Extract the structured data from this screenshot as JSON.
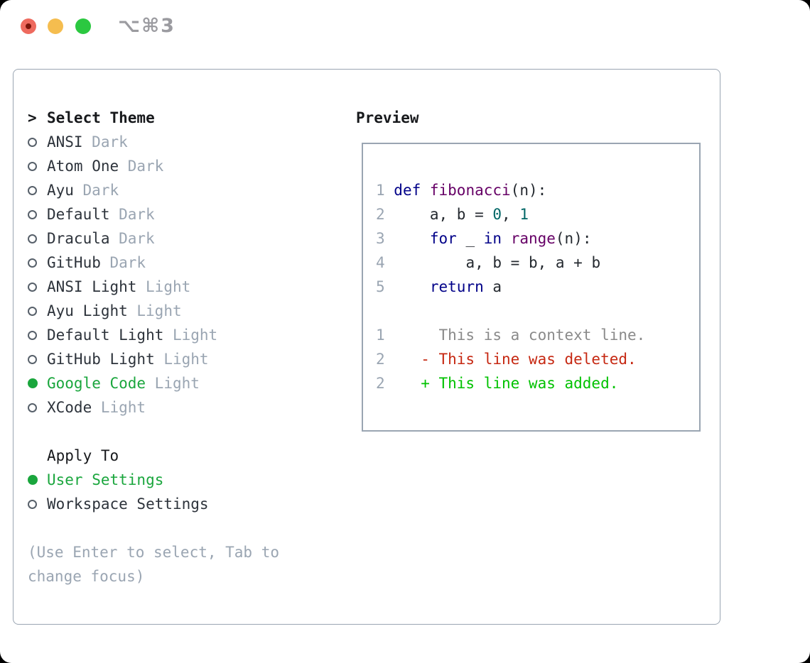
{
  "window": {
    "titlebar": {
      "shortcut_label": "⌥⌘3",
      "traffic_lights": [
        "close",
        "minimize",
        "zoom"
      ]
    }
  },
  "theme_selector": {
    "header_marker": ">",
    "header": "Select Theme",
    "items": [
      {
        "label": "ANSI",
        "tag": "Dark",
        "selected": false
      },
      {
        "label": "Atom One",
        "tag": "Dark",
        "selected": false
      },
      {
        "label": "Ayu",
        "tag": "Dark",
        "selected": false
      },
      {
        "label": "Default",
        "tag": "Dark",
        "selected": false
      },
      {
        "label": "Dracula",
        "tag": "Dark",
        "selected": false
      },
      {
        "label": "GitHub",
        "tag": "Dark",
        "selected": false
      },
      {
        "label": "ANSI Light",
        "tag": "Light",
        "selected": false
      },
      {
        "label": "Ayu Light",
        "tag": "Light",
        "selected": false
      },
      {
        "label": "Default Light",
        "tag": "Light",
        "selected": false
      },
      {
        "label": "GitHub Light",
        "tag": "Light",
        "selected": false
      },
      {
        "label": "Google Code",
        "tag": "Light",
        "selected": true
      },
      {
        "label": "XCode",
        "tag": "Light",
        "selected": false
      }
    ],
    "apply_to": {
      "header": "Apply To",
      "items": [
        {
          "label": "User Settings",
          "selected": true
        },
        {
          "label": "Workspace Settings",
          "selected": false
        }
      ]
    },
    "help_lines": [
      "(Use Enter to select, Tab to",
      "change focus)"
    ]
  },
  "preview": {
    "header": "Preview",
    "code_lines": [
      {
        "num": "1",
        "tokens": [
          {
            "t": "def ",
            "c": "kw"
          },
          {
            "t": "fibonacci",
            "c": "fn"
          },
          {
            "t": "(n):",
            "c": "txt"
          }
        ]
      },
      {
        "num": "2",
        "tokens": [
          {
            "t": "    a, b = ",
            "c": "txt"
          },
          {
            "t": "0",
            "c": "num"
          },
          {
            "t": ", ",
            "c": "txt"
          },
          {
            "t": "1",
            "c": "num"
          }
        ]
      },
      {
        "num": "3",
        "tokens": [
          {
            "t": "    ",
            "c": "txt"
          },
          {
            "t": "for ",
            "c": "kw"
          },
          {
            "t": "_ ",
            "c": "txt"
          },
          {
            "t": "in ",
            "c": "kw"
          },
          {
            "t": "range",
            "c": "fn"
          },
          {
            "t": "(n):",
            "c": "txt"
          }
        ]
      },
      {
        "num": "4",
        "tokens": [
          {
            "t": "        a, b = b, a + b",
            "c": "txt"
          }
        ]
      },
      {
        "num": "5",
        "tokens": [
          {
            "t": "    ",
            "c": "txt"
          },
          {
            "t": "return ",
            "c": "kw"
          },
          {
            "t": "a",
            "c": "txt"
          }
        ]
      }
    ],
    "diff_lines": [
      {
        "num": "1",
        "marker": " ",
        "text": "This is a context line.",
        "type": "context"
      },
      {
        "num": "2",
        "marker": "-",
        "text": "This line was deleted.",
        "type": "deleted"
      },
      {
        "num": "2",
        "marker": "+",
        "text": "This line was added.",
        "type": "added"
      }
    ]
  },
  "colors": {
    "selection_green": "#1aa63d",
    "syntax_keyword": "#000088",
    "syntax_function": "#660066",
    "syntax_number": "#006666",
    "diff_deleted": "#c62812",
    "diff_added": "#00c200",
    "diff_context": "#8a8a8a",
    "muted_gray": "#9aa5b2",
    "border_gray": "#9aa5b2",
    "traffic_red": "#ee6a5e",
    "traffic_yellow": "#f5bd4f",
    "traffic_green": "#2bc840"
  }
}
